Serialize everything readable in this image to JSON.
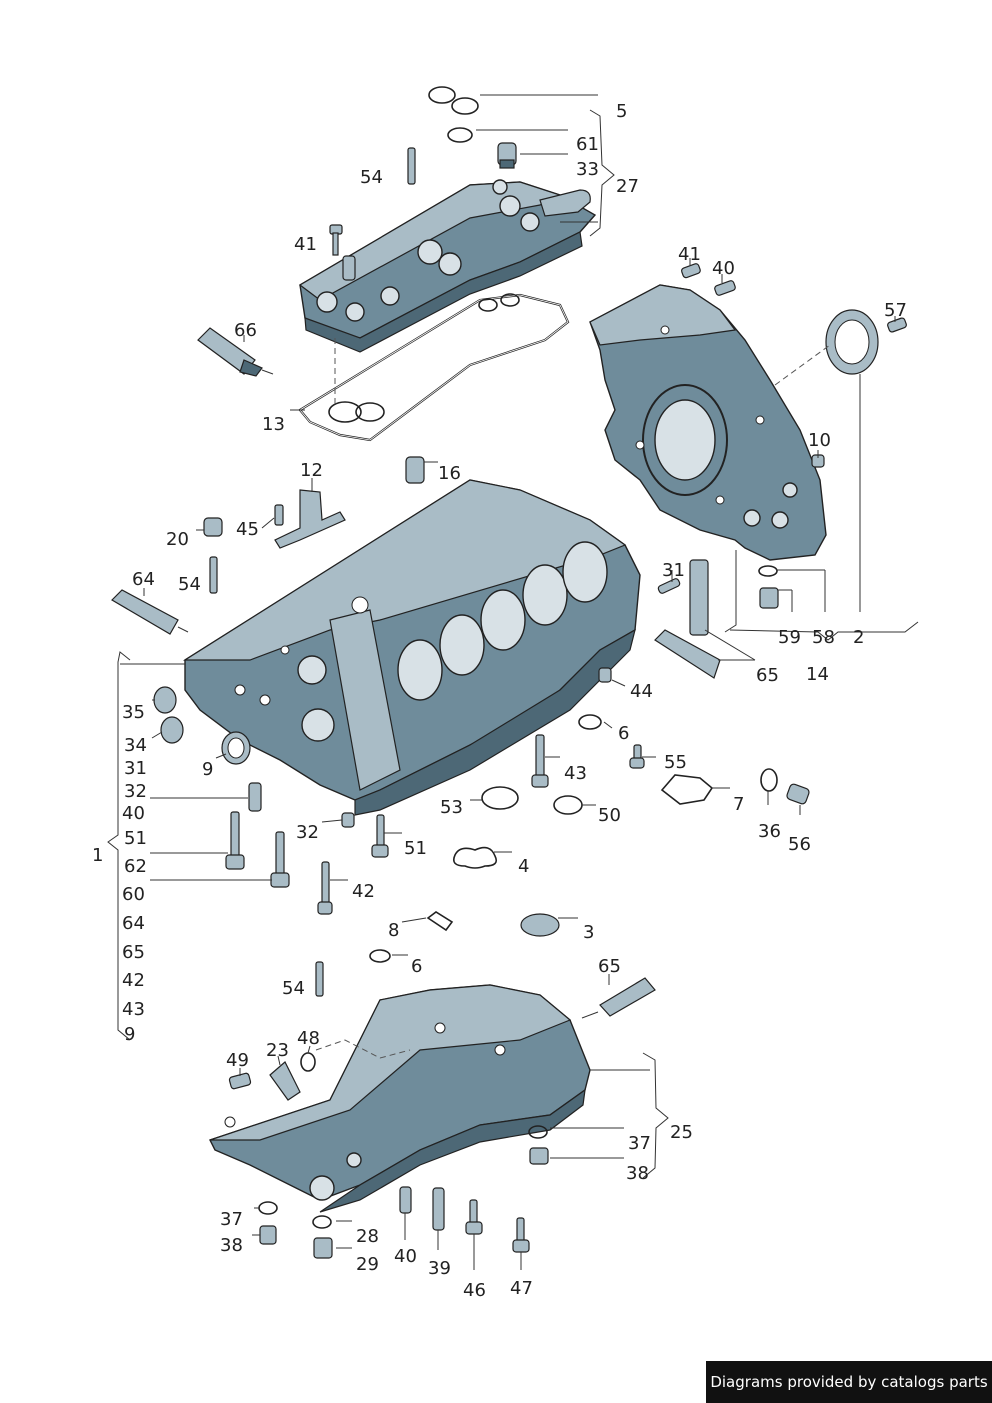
{
  "credit": "Diagrams provided by catalogs parts",
  "labels": {
    "l5": "5",
    "l61": "61",
    "l33": "33",
    "l27": "27",
    "l54a": "54",
    "l41a": "41",
    "l66": "66",
    "l13": "13",
    "l41b": "41",
    "l40a": "40",
    "l57": "57",
    "l10": "10",
    "l12": "12",
    "l16": "16",
    "l20": "20",
    "l45": "45",
    "l54b": "54",
    "l64a": "64",
    "l31a": "31",
    "l59": "59",
    "l58": "58",
    "l2": "2",
    "l14": "14",
    "l65a": "65",
    "l44": "44",
    "l35": "35",
    "l34": "34",
    "l31b": "31",
    "l32a": "32",
    "l40b": "40",
    "l51a": "51",
    "l62": "62",
    "l60": "60",
    "l64b": "64",
    "l65b": "65",
    "l42a": "42",
    "l43a": "43",
    "l9a": "9",
    "l1": "1",
    "l9b": "9",
    "l6a": "6",
    "l55": "55",
    "l43b": "43",
    "l7": "7",
    "l53": "53",
    "l50": "50",
    "l36": "36",
    "l56": "56",
    "l32b": "32",
    "l51b": "51",
    "l4": "4",
    "l42b": "42",
    "l8": "8",
    "l3": "3",
    "l6b": "6",
    "l65c": "65",
    "l54c": "54",
    "l48": "48",
    "l49": "49",
    "l23": "23",
    "l25": "25",
    "l37a": "37",
    "l38a": "38",
    "l37b": "37",
    "l38b": "38",
    "l28": "28",
    "l29": "29",
    "l40c": "40",
    "l39": "39",
    "l46": "46",
    "l47": "47"
  },
  "colors": {
    "metal": "#6f8c9b",
    "metal_light": "#a9bcc6",
    "metal_dark": "#4d6876",
    "ink": "#222222"
  }
}
